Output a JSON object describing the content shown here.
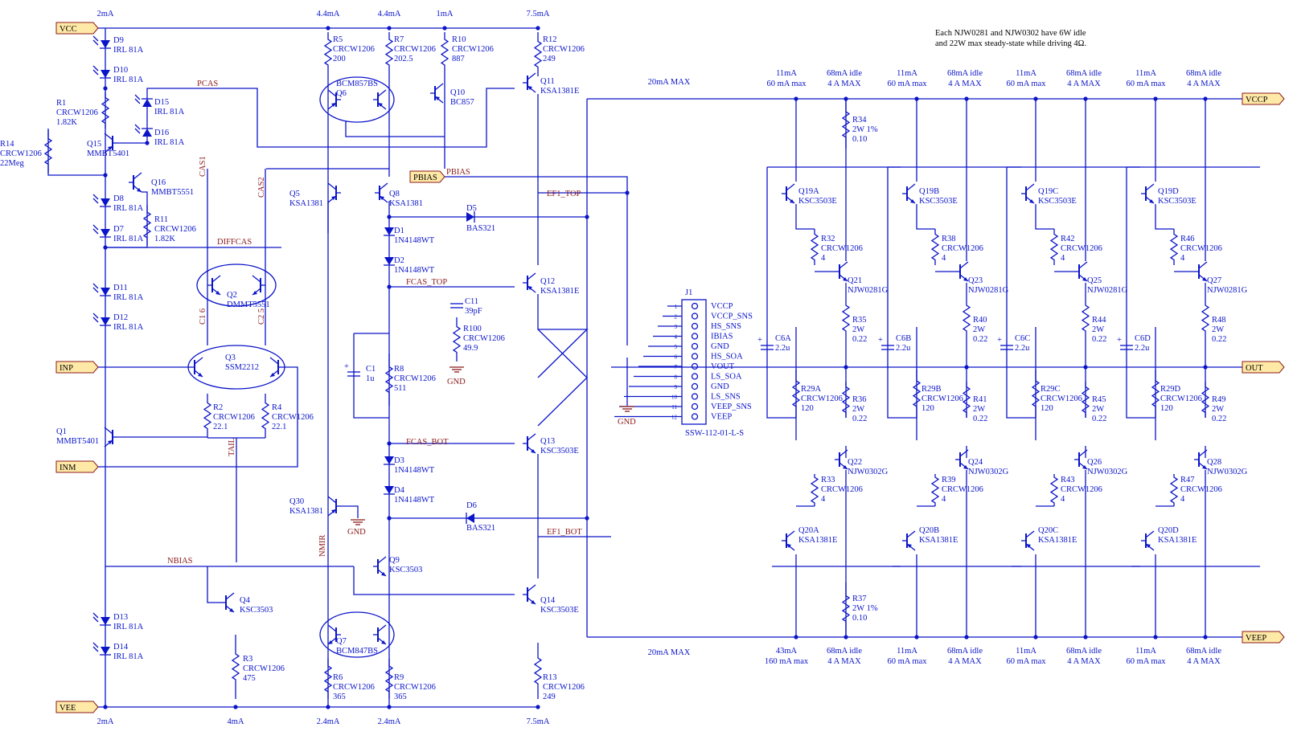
{
  "ports": [
    {
      "id": "vcc",
      "label": "VCC"
    },
    {
      "id": "vee",
      "label": "VEE"
    },
    {
      "id": "inp",
      "label": "INP"
    },
    {
      "id": "inm",
      "label": "INM"
    },
    {
      "id": "pbias",
      "label": "PBIAS"
    },
    {
      "id": "vccp",
      "label": "VCCP"
    },
    {
      "id": "veep",
      "label": "VEEP"
    },
    {
      "id": "out",
      "label": "OUT"
    }
  ],
  "nets": {
    "pcas": "PCAS",
    "cas1": "CAS1",
    "cas2": "CAS2",
    "diffcas": "DIFFCAS",
    "c1_6": "C1 6",
    "c2_5": "C2 5",
    "tail": "TAIL",
    "nbias": "NBIAS",
    "nmir": "NMIR",
    "pbias": "PBIAS",
    "ef1_top": "EF1_TOP",
    "fcas_top": "FCAS_TOP",
    "fcas_bot": "FCAS_BOT",
    "ef1_bot": "EF1_BOT",
    "gnd": "GND"
  },
  "currents": {
    "top": [
      "2mA",
      "4.4mA",
      "4.4mA",
      "1mA",
      "7.5mA"
    ],
    "bottom": [
      "2mA",
      "4mA",
      "2.4mA",
      "2.4mA",
      "7.5mA"
    ],
    "j1_top": "20mA MAX",
    "j1_bot": "20mA MAX",
    "out_top": [
      [
        "11mA",
        "60 mA max"
      ],
      [
        "68mA idle",
        "4 A MAX"
      ],
      [
        "11mA",
        "60 mA max"
      ],
      [
        "68mA idle",
        "4 A MAX"
      ],
      [
        "11mA",
        "60 mA max"
      ],
      [
        "68mA idle",
        "4 A MAX"
      ],
      [
        "11mA",
        "60 mA max"
      ],
      [
        "68mA idle",
        "4 A MAX"
      ]
    ],
    "out_bot": [
      [
        "43mA",
        "160 mA max"
      ],
      [
        "68mA idle",
        "4 A MAX"
      ],
      [
        "11mA",
        "60 mA max"
      ],
      [
        "68mA idle",
        "4 A MAX"
      ],
      [
        "11mA",
        "60 mA max"
      ],
      [
        "68mA idle",
        "4 A MAX"
      ],
      [
        "11mA",
        "60 mA max"
      ],
      [
        "68mA idle",
        "4 A MAX"
      ]
    ]
  },
  "note": [
    "Each NJW0281 and NJW0302 have 6W idle",
    "and 22W max steady-state while driving 4Ω."
  ],
  "components": {
    "D9": [
      "D9",
      "IRL 81A"
    ],
    "D10": [
      "D10",
      "IRL 81A"
    ],
    "R1": [
      "R1",
      "CRCW1206",
      "1.82K"
    ],
    "R14": [
      "R14",
      "CRCW1206",
      "22Meg"
    ],
    "Q15": [
      "Q15",
      "MMBT5401"
    ],
    "D15": [
      "D15",
      "IRL 81A"
    ],
    "D16": [
      "D16",
      "IRL 81A"
    ],
    "Q16": [
      "Q16",
      "MMBT5551"
    ],
    "R11": [
      "R11",
      "CRCW1206",
      "1.82K"
    ],
    "D8": [
      "D8",
      "IRL 81A"
    ],
    "D7": [
      "D7",
      "IRL 81A"
    ],
    "D11": [
      "D11",
      "IRL 81A"
    ],
    "D12": [
      "D12",
      "IRL 81A"
    ],
    "D13": [
      "D13",
      "IRL 81A"
    ],
    "D14": [
      "D14",
      "IRL 81A"
    ],
    "Q2": [
      "Q2",
      "DMMT5551"
    ],
    "Q3": [
      "Q3",
      "SSM2212"
    ],
    "R2": [
      "R2",
      "CRCW1206",
      "22.1"
    ],
    "R4": [
      "R4",
      "CRCW1206",
      "22.1"
    ],
    "Q1": [
      "Q1",
      "MMBT5401"
    ],
    "Q4": [
      "Q4",
      "KSC3503"
    ],
    "R3": [
      "R3",
      "CRCW1206",
      "475"
    ],
    "R5": [
      "R5",
      "CRCW1206",
      "200"
    ],
    "R7": [
      "R7",
      "CRCW1206",
      "202.5"
    ],
    "R10": [
      "R10",
      "CRCW1206",
      "887"
    ],
    "Q6": [
      "BCM857BS",
      "Q6"
    ],
    "Q10": [
      "Q10",
      "BC857"
    ],
    "Q5": [
      "Q5",
      "KSA1381"
    ],
    "Q8": [
      "Q8",
      "KSA1381"
    ],
    "D5": [
      "D5",
      "BAS321"
    ],
    "D1": [
      "D1",
      "1N4148WT"
    ],
    "D2": [
      "D2",
      "1N4148WT"
    ],
    "C11": [
      "C11",
      "39pF"
    ],
    "R100": [
      "R100",
      "CRCW1206",
      "49.9"
    ],
    "C1": [
      "C1",
      "1u"
    ],
    "R8": [
      "R8",
      "CRCW1206",
      "511"
    ],
    "D3": [
      "D3",
      "1N4148WT"
    ],
    "D4": [
      "D4",
      "1N4148WT"
    ],
    "D6": [
      "D6",
      "BAS321"
    ],
    "Q30": [
      "Q30",
      "KSA1381"
    ],
    "Q9": [
      "Q9",
      "KSC3503"
    ],
    "Q7": [
      "Q7",
      "BCM847BS"
    ],
    "R6": [
      "R6",
      "CRCW1206",
      "365"
    ],
    "R9": [
      "R9",
      "CRCW1206",
      "365"
    ],
    "R12": [
      "R12",
      "CRCW1206",
      "249"
    ],
    "Q11": [
      "Q11",
      "KSA1381E"
    ],
    "Q12": [
      "Q12",
      "KSA1381E"
    ],
    "Q13": [
      "Q13",
      "KSC3503E"
    ],
    "Q14": [
      "Q14",
      "KSC3503E"
    ],
    "R13": [
      "R13",
      "CRCW1206",
      "249"
    ],
    "J1": [
      "J1",
      "SSW-112-01-L-S"
    ],
    "R34": [
      "R34",
      "2W 1%",
      "0.10"
    ],
    "R37": [
      "R37",
      "2W 1%",
      "0.10"
    ]
  },
  "j1_pins": [
    "VCCP",
    "VCCP_SNS",
    "HS_SNS",
    "IBIAS",
    "GND",
    "HS_SOA",
    "VOUT",
    "LS_SOA",
    "GND",
    "LS_SNS",
    "VEEP_SNS",
    "VEEP"
  ],
  "j1_nums": [
    "1",
    "2",
    "3",
    "4",
    "5",
    "6",
    "7",
    "8",
    "9",
    "10",
    "11",
    "12"
  ],
  "channels": [
    {
      "q19": [
        "Q19A",
        "KSC3503E"
      ],
      "r32": [
        "R32",
        "CRCW1206",
        "4"
      ],
      "q21": [
        "Q21",
        "NJW0281G"
      ],
      "c6": [
        "C6A",
        "2.2u"
      ],
      "r35": [
        "R35",
        "2W",
        "0.22"
      ],
      "r29": [
        "R29A",
        "CRCW1206",
        "120"
      ],
      "r36": [
        "R36",
        "2W",
        "0.22"
      ],
      "q22": [
        "Q22",
        "NJW0302G"
      ],
      "r33": [
        "R33",
        "CRCW1206",
        "4"
      ],
      "q20": [
        "Q20A",
        "KSA1381E"
      ]
    },
    {
      "q19": [
        "Q19B",
        "KSC3503E"
      ],
      "r32": [
        "R38",
        "CRCW1206",
        "4"
      ],
      "q21": [
        "Q23",
        "NJW0281G"
      ],
      "c6": [
        "C6B",
        "2.2u"
      ],
      "r35": [
        "R40",
        "2W",
        "0.22"
      ],
      "r29": [
        "R29B",
        "CRCW1206",
        "120"
      ],
      "r36": [
        "R41",
        "2W",
        "0.22"
      ],
      "q22": [
        "Q24",
        "NJW0302G"
      ],
      "r33": [
        "R39",
        "CRCW1206",
        "4"
      ],
      "q20": [
        "Q20B",
        "KSA1381E"
      ]
    },
    {
      "q19": [
        "Q19C",
        "KSC3503E"
      ],
      "r32": [
        "R42",
        "CRCW1206",
        "4"
      ],
      "q21": [
        "Q25",
        "NJW0281G"
      ],
      "c6": [
        "C6C",
        "2.2u"
      ],
      "r35": [
        "R44",
        "2W",
        "0.22"
      ],
      "r29": [
        "R29C",
        "CRCW1206",
        "120"
      ],
      "r36": [
        "R45",
        "2W",
        "0.22"
      ],
      "q22": [
        "Q26",
        "NJW0302G"
      ],
      "r33": [
        "R43",
        "CRCW1206",
        "4"
      ],
      "q20": [
        "Q20C",
        "KSA1381E"
      ]
    },
    {
      "q19": [
        "Q19D",
        "KSC3503E"
      ],
      "r32": [
        "R46",
        "CRCW1206",
        "4"
      ],
      "q21": [
        "Q27",
        "NJW0281G"
      ],
      "c6": [
        "C6D",
        "2.2u"
      ],
      "r35": [
        "R48",
        "2W",
        "0.22"
      ],
      "r29": [
        "R29D",
        "CRCW1206",
        "120"
      ],
      "r36": [
        "R49",
        "2W",
        "0.22"
      ],
      "q22": [
        "Q28",
        "NJW0302G"
      ],
      "r33": [
        "R47",
        "CRCW1206",
        "4"
      ],
      "q20": [
        "Q20D",
        "KSA1381E"
      ]
    }
  ]
}
